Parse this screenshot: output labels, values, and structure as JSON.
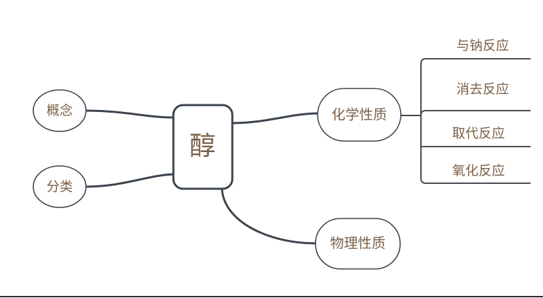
{
  "diagram": {
    "type": "mind-map",
    "title": "醇",
    "background_color": "#ffffff",
    "text_color": "#7C5F46",
    "stroke_color": "#3C444D",
    "root": {
      "label": "醇",
      "shape": "rounded-rectangle"
    },
    "left_branches": [
      {
        "label": "概念",
        "shape": "ellipse"
      },
      {
        "label": "分类",
        "shape": "ellipse"
      }
    ],
    "right_branches": [
      {
        "label": "化学性质",
        "shape": "stadium"
      },
      {
        "label": "物理性质",
        "shape": "stadium"
      }
    ],
    "chemical_leaves": [
      {
        "label": "与钠反应"
      },
      {
        "label": "消去反应"
      },
      {
        "label": "取代反应"
      },
      {
        "label": "氧化反应"
      }
    ]
  }
}
